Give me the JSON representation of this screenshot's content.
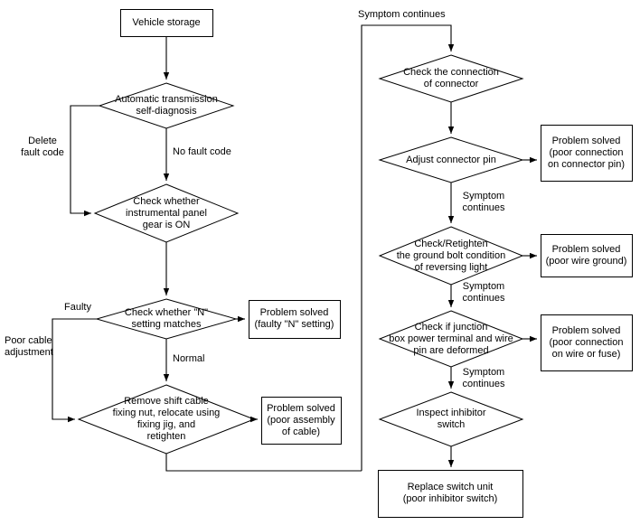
{
  "diagram": {
    "title": "Automatic transmission diagnostic flowchart",
    "stroke_color": "#000000",
    "background_color": "#ffffff",
    "text_color": "#000000"
  },
  "nodes": {
    "vehicle_storage": "Vehicle storage",
    "auto_self_diagnosis": "Automatic transmission\nself-diagnosis",
    "check_panel_gear": "Check whether\ninstrumental panel\ngear is ON",
    "check_n_setting": "Check whether \"N\"\nsetting matches",
    "solved_n_setting": "Problem solved\n(faulty \"N\" setting)",
    "remove_shift_cable": "Remove shift cable\nfixing nut, relocate using\nfixing jig, and\nretighten",
    "solved_cable_assembly": "Problem solved\n(poor assembly\nof cable)",
    "check_connector": "Check the connection\nof connector",
    "adjust_connector_pin": "Adjust connector pin",
    "solved_connector_pin": "Problem solved\n(poor connection\non connector pin)",
    "check_ground_bolt": "Check/Retighten\nthe ground bolt condition\nof reversing light",
    "solved_wire_ground": "Problem solved\n(poor wire ground)",
    "check_junction_box": "Check if junction\nbox power terminal and wire\npin are deformed",
    "solved_wire_or_fuse": "Problem solved\n(poor connection\non wire or fuse)",
    "inspect_inhibitor": "Inspect inhibitor\nswitch",
    "replace_switch_unit": "Replace switch unit\n(poor inhibitor switch)"
  },
  "edge_labels": {
    "delete_fault_code": "Delete\nfault code",
    "no_fault_code": "No fault code",
    "faulty": "Faulty",
    "poor_cable_adjustment": "Poor cable\nadjustment",
    "normal": "Normal",
    "symptom_continues_top": "Symptom continues",
    "symptom_continues_1": "Symptom\ncontinues",
    "symptom_continues_2": "Symptom\ncontinues",
    "symptom_continues_3": "Symptom\ncontinues"
  }
}
